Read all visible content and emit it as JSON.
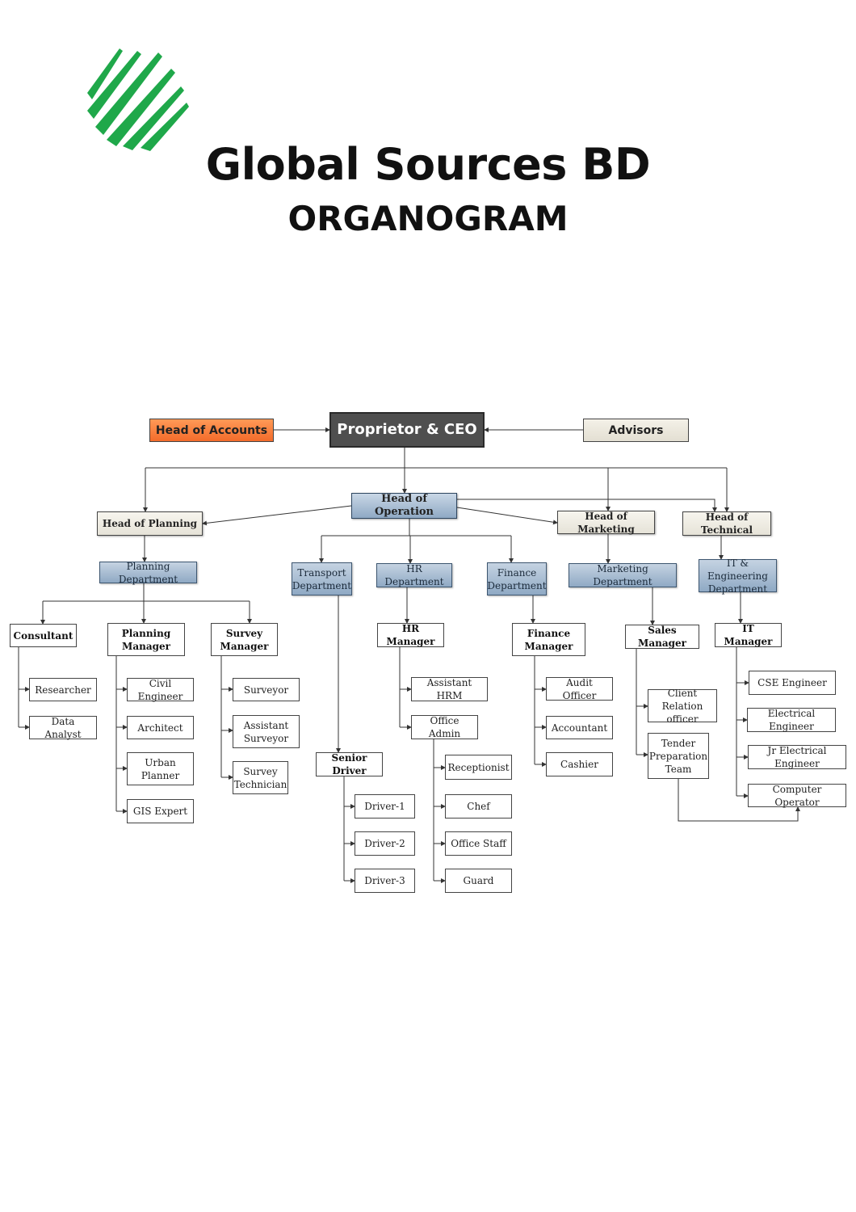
{
  "header": {
    "title": "Global Sources BD",
    "subtitle": "ORGANOGRAM"
  },
  "colors": {
    "logo_green": "#1fa84a",
    "accounts_orange": "#f47c3c",
    "ceo_gray": "#4f4f4f",
    "department_blue": "#9db3cc",
    "line_gray": "#333333"
  },
  "org": {
    "ceo": "Proprietor & CEO",
    "head_of_accounts": "Head of Accounts",
    "advisors": "Advisors",
    "head_of_planning": "Head of Planning",
    "head_of_operation": "Head of Operation",
    "head_of_marketing": "Head of Marketing",
    "head_of_technical": "Head of Technical",
    "planning_department": "Planning Department",
    "transport_department": "Transport\nDepartment",
    "hr_department": "HR Department",
    "finance_department": "Finance\nDepartment",
    "marketing_department": "Marketing Department",
    "it_engineering_department": "IT & Engineering\nDepartment",
    "consultant": "Consultant",
    "planning_manager": "Planning\nManager",
    "survey_manager": "Survey\nManager",
    "hr_manager": "HR Manager",
    "finance_manager": "Finance\nManager",
    "sales_manager": "Sales Manager",
    "it_manager": "IT Manager",
    "researcher": "Researcher",
    "data_analyst": "Data Analyst",
    "civil_engineer": "Civil Engineer",
    "architect": "Architect",
    "urban_planner": "Urban\nPlanner",
    "gis_expert": "GIS Expert",
    "surveyor": "Surveyor",
    "assistant_surveyor": "Assistant\nSurveyor",
    "survey_technician": "Survey\nTechnician",
    "senior_driver": "Senior Driver",
    "driver_1": "Driver-1",
    "driver_2": "Driver-2",
    "driver_3": "Driver-3",
    "assistant_hrm": "Assistant HRM",
    "office_admin": "Office Admin",
    "receptionist": "Receptionist",
    "chef": "Chef",
    "office_staff": "Office Staff",
    "guard": "Guard",
    "audit_officer": "Audit Officer",
    "accountant": "Accountant",
    "cashier": "Cashier",
    "client_relation_officer": "Client Relation\nofficer",
    "tender_preparation_team": "Tender\nPreparation\nTeam",
    "cse_engineer": "CSE Engineer",
    "electrical_engineer": "Electrical Engineer",
    "jr_electrical_engineer": "Jr Electrical Engineer",
    "computer_operator": "Computer Operator"
  }
}
